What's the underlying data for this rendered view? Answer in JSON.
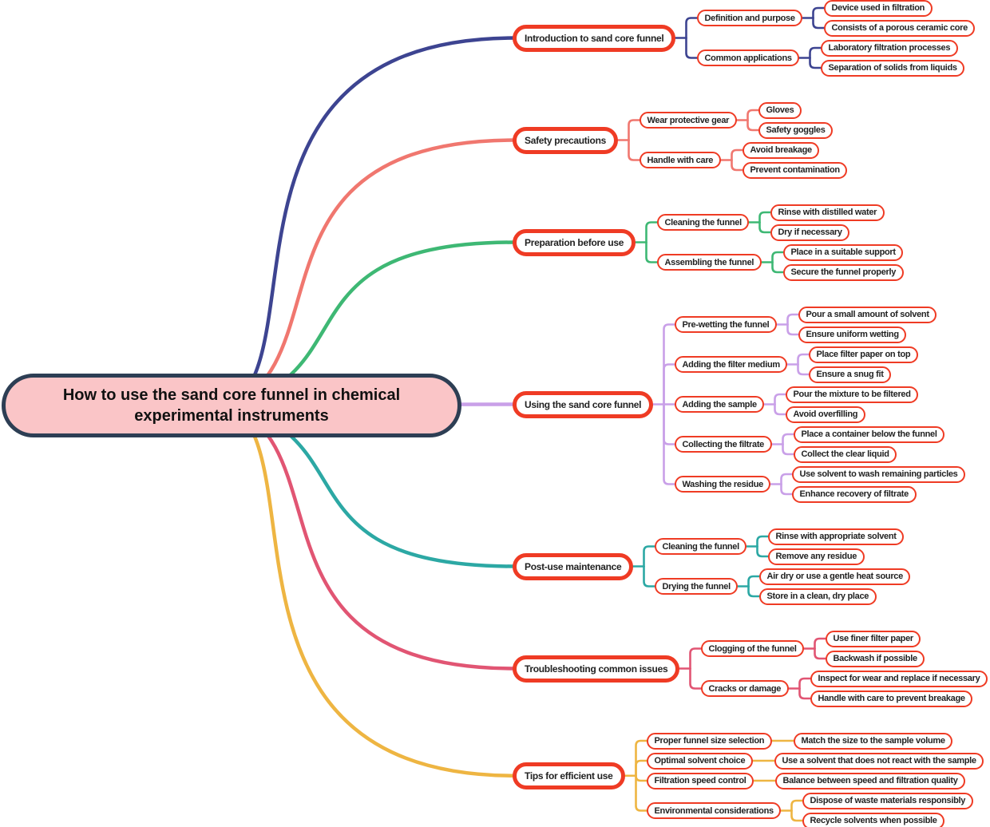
{
  "root": {
    "label": "How to use the sand core funnel in chemical experimental instruments"
  },
  "palette": {
    "background": "#ffffff",
    "node_fill": "#ffffff",
    "node_border": "#ef3b24",
    "root_fill": "#fac5c7",
    "root_border": "#2d3e54",
    "text": "#222222",
    "root_text": "#111111"
  },
  "branches": [
    {
      "label": "Introduction to sand core funnel",
      "color": "#3d4491",
      "children": [
        {
          "label": "Definition and purpose",
          "children": [
            {
              "label": "Device used in filtration"
            },
            {
              "label": "Consists of a porous ceramic core"
            }
          ]
        },
        {
          "label": "Common applications",
          "children": [
            {
              "label": "Laboratory filtration processes"
            },
            {
              "label": "Separation of solids from liquids"
            }
          ]
        }
      ]
    },
    {
      "label": "Safety precautions",
      "color": "#f0776f",
      "children": [
        {
          "label": "Wear protective gear",
          "children": [
            {
              "label": "Gloves"
            },
            {
              "label": "Safety goggles"
            }
          ]
        },
        {
          "label": "Handle with care",
          "children": [
            {
              "label": "Avoid breakage"
            },
            {
              "label": "Prevent contamination"
            }
          ]
        }
      ]
    },
    {
      "label": "Preparation before use",
      "color": "#3eb874",
      "children": [
        {
          "label": "Cleaning the funnel",
          "children": [
            {
              "label": "Rinse with distilled water"
            },
            {
              "label": "Dry if necessary"
            }
          ]
        },
        {
          "label": "Assembling the funnel",
          "children": [
            {
              "label": "Place in a suitable support"
            },
            {
              "label": "Secure the funnel properly"
            }
          ]
        }
      ]
    },
    {
      "label": "Using the sand core funnel",
      "color": "#c9a0e8",
      "children": [
        {
          "label": "Pre-wetting the funnel",
          "children": [
            {
              "label": "Pour a small amount of solvent"
            },
            {
              "label": "Ensure uniform wetting"
            }
          ]
        },
        {
          "label": "Adding the filter medium",
          "children": [
            {
              "label": "Place filter paper on top"
            },
            {
              "label": "Ensure a snug fit"
            }
          ]
        },
        {
          "label": "Adding the sample",
          "children": [
            {
              "label": "Pour the mixture to be filtered"
            },
            {
              "label": "Avoid overfilling"
            }
          ]
        },
        {
          "label": "Collecting the filtrate",
          "children": [
            {
              "label": "Place a container below the funnel"
            },
            {
              "label": "Collect the clear liquid"
            }
          ]
        },
        {
          "label": "Washing the residue",
          "children": [
            {
              "label": "Use solvent to wash remaining particles"
            },
            {
              "label": "Enhance recovery of filtrate"
            }
          ]
        }
      ]
    },
    {
      "label": "Post-use maintenance",
      "color": "#2ca8a4",
      "children": [
        {
          "label": "Cleaning the funnel",
          "children": [
            {
              "label": "Rinse with appropriate solvent"
            },
            {
              "label": "Remove any residue"
            }
          ]
        },
        {
          "label": "Drying the funnel",
          "children": [
            {
              "label": "Air dry or use a gentle heat source"
            },
            {
              "label": "Store in a clean, dry place"
            }
          ]
        }
      ]
    },
    {
      "label": "Troubleshooting common issues",
      "color": "#e15573",
      "children": [
        {
          "label": "Clogging of the funnel",
          "children": [
            {
              "label": "Use finer filter paper"
            },
            {
              "label": "Backwash if possible"
            }
          ]
        },
        {
          "label": "Cracks or damage",
          "children": [
            {
              "label": "Inspect for wear and replace if necessary"
            },
            {
              "label": "Handle with care to prevent breakage"
            }
          ]
        }
      ]
    },
    {
      "label": "Tips for efficient use",
      "color": "#eeb542",
      "children": [
        {
          "label": "Proper funnel size selection",
          "children": [
            {
              "label": "Match the size to the sample volume"
            }
          ]
        },
        {
          "label": "Optimal solvent choice",
          "children": [
            {
              "label": "Use a solvent that does not react with the sample"
            }
          ]
        },
        {
          "label": "Filtration speed control",
          "children": [
            {
              "label": "Balance between speed and filtration quality"
            }
          ]
        },
        {
          "label": "Environmental considerations",
          "children": [
            {
              "label": "Dispose of waste materials responsibly"
            },
            {
              "label": "Recycle solvents when possible"
            }
          ]
        }
      ]
    }
  ]
}
